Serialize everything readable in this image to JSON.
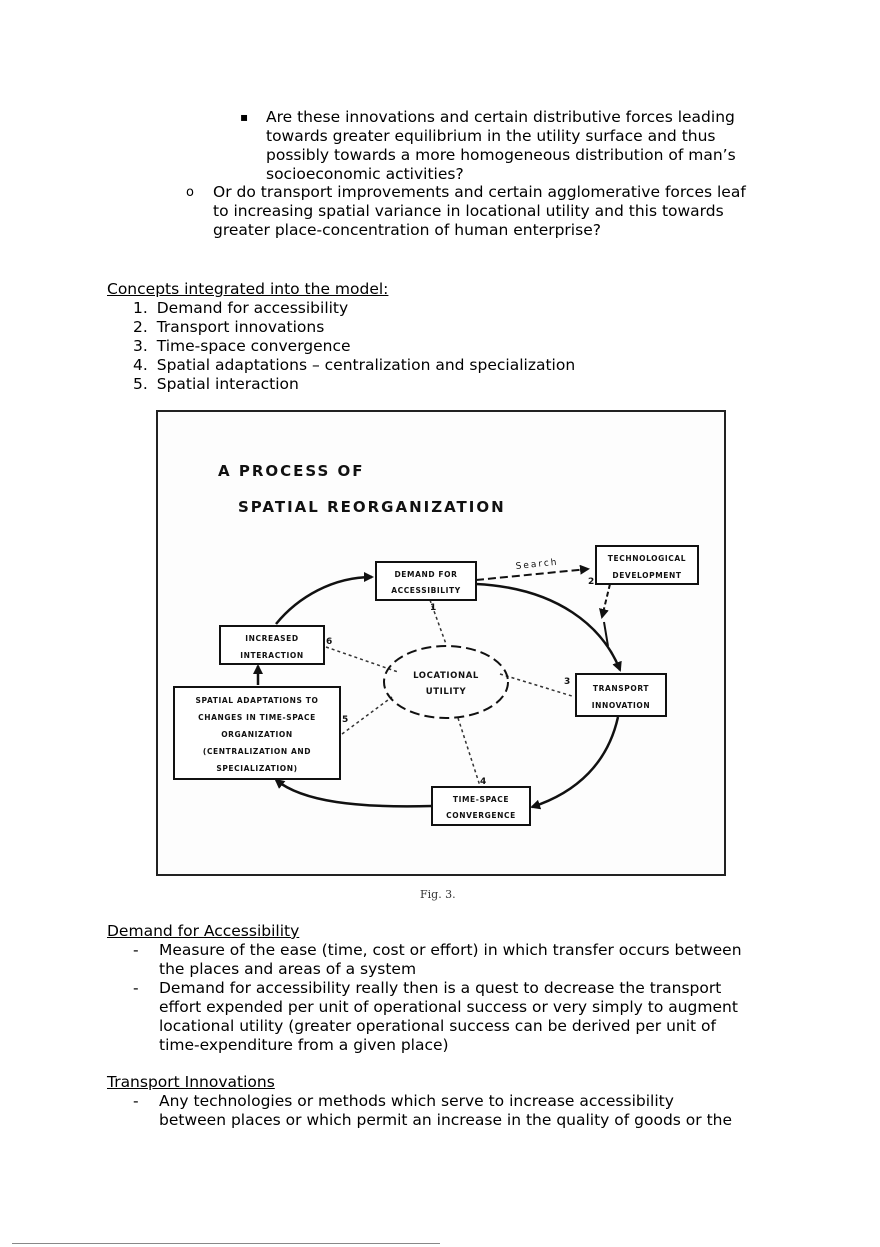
{
  "top_bullets": {
    "square_item": {
      "marker": "▪",
      "lines": [
        "Are these innovations and certain distributive forces leading",
        "towards greater equilibrium in the utility surface and thus",
        "possibly towards a more homogeneous distribution of man’s",
        "socioeconomic activities?"
      ]
    },
    "circle_item": {
      "marker": "o",
      "lines": [
        "Or do transport improvements and certain agglomerative forces leaf",
        "to increasing spatial variance in locational utility and this towards",
        "greater place-concentration of human enterprise?"
      ]
    }
  },
  "concepts": {
    "heading": "Concepts integrated into the model:",
    "items": [
      {
        "num": "1.",
        "text": "Demand for accessibility"
      },
      {
        "num": "2.",
        "text": "Transport innovations"
      },
      {
        "num": "3.",
        "text": "Time-space convergence"
      },
      {
        "num": "4.",
        "text": "Spatial adaptations – centralization and specialization"
      },
      {
        "num": "5.",
        "text": "Spatial interaction"
      }
    ]
  },
  "figure": {
    "title_line1": "A PROCESS OF",
    "title_line2": "SPATIAL REORGANIZATION",
    "boxes": {
      "demand": [
        "DEMAND FOR",
        "ACCESSIBILITY"
      ],
      "tech": [
        "TECHNOLOGICAL",
        "DEVELOPMENT"
      ],
      "interaction": [
        "INCREASED",
        "INTERACTION"
      ],
      "transport": [
        "TRANSPORT",
        "INNOVATION"
      ],
      "adaptations": [
        "SPATIAL ADAPTATIONS TO",
        "CHANGES IN TIME-SPACE",
        "ORGANIZATION",
        "(CENTRALIZATION AND",
        "SPECIALIZATION)"
      ],
      "convergence": [
        "TIME-SPACE",
        "CONVERGENCE"
      ]
    },
    "center": [
      "LOCATIONAL",
      "UTILITY"
    ],
    "search_label": "Search",
    "numbers": [
      "1",
      "2",
      "3",
      "4",
      "5",
      "6"
    ],
    "caption": "Fig. 3."
  },
  "demand_section": {
    "heading": "Demand for Accessibility",
    "marker": "-",
    "items": [
      {
        "lines": [
          "Measure of the ease (time, cost or effort) in which transfer occurs between",
          "the places and areas of a system"
        ]
      },
      {
        "lines": [
          "Demand for accessibility really then is a quest to decrease the transport",
          "effort expended per unit of operational success or very simply to augment",
          "locational utility (greater operational success can be derived per unit of",
          "time-expenditure from a given place)"
        ]
      }
    ]
  },
  "transport_section": {
    "heading": "Transport Innovations",
    "marker": "-",
    "items": [
      {
        "lines": [
          "Any technologies or methods which serve to increase accessibility",
          "between places or which permit an increase in the quality of goods or the"
        ]
      }
    ]
  }
}
